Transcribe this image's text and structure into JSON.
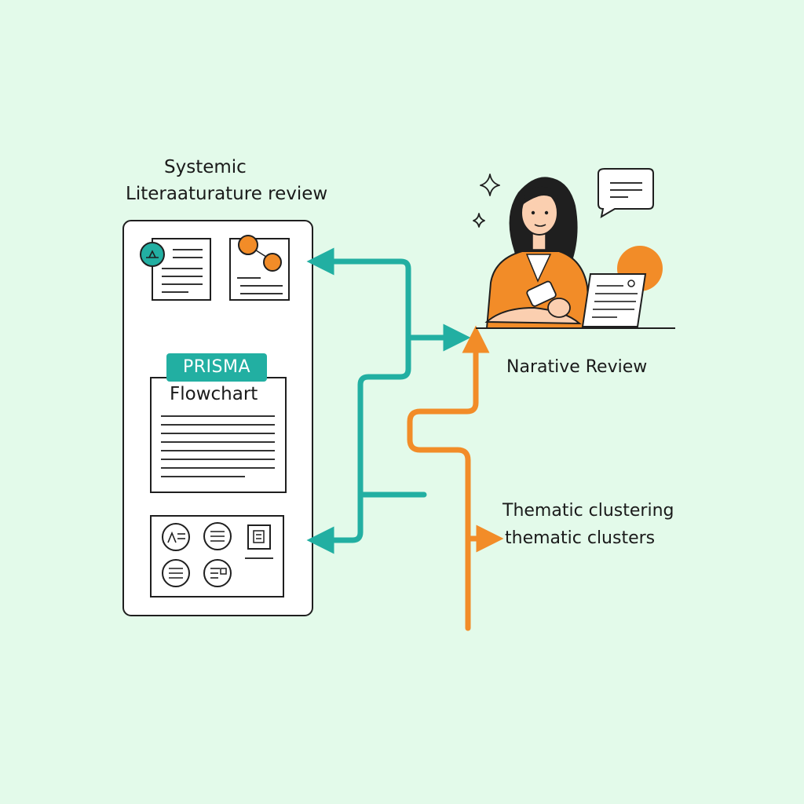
{
  "review": {
    "title_line1": "Systemic",
    "title_line2": "Literaaturature review",
    "prisma_badge": "PRISMA",
    "flowchart_title": "Flowchart"
  },
  "narrative": {
    "label": "Narative Review"
  },
  "thematic": {
    "line1": "Thematic clustering",
    "line2": "thematic clusters"
  },
  "colors": {
    "background": "#E3FAEA",
    "teal": "#22AFA2",
    "orange": "#F28C28",
    "ink": "#1a1a1a"
  }
}
